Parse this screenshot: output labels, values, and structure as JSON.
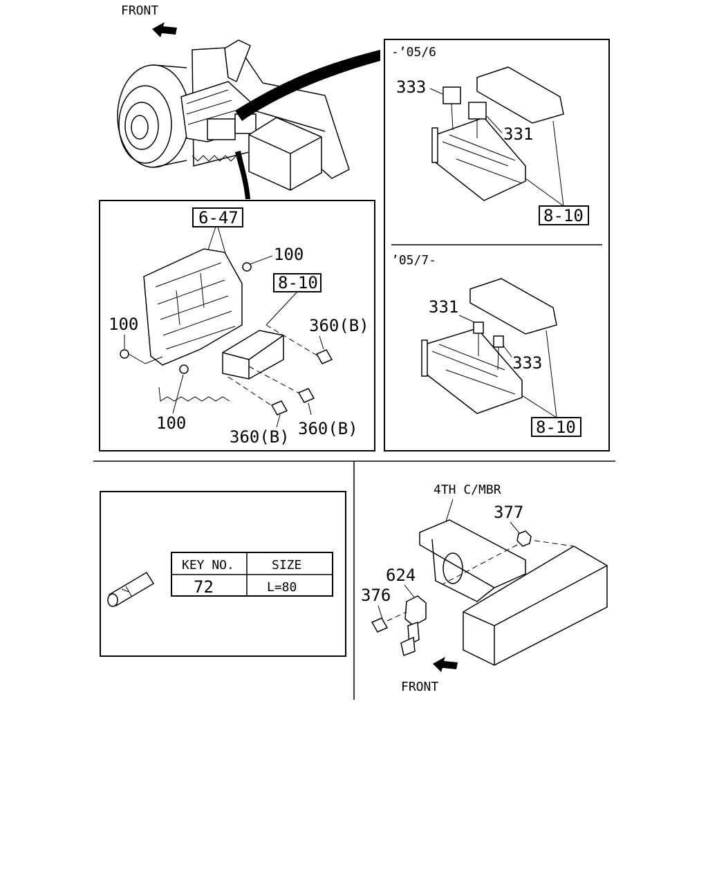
{
  "labels": {
    "front_top": "FRONT",
    "front_bottom": "FRONT",
    "period_early": "-’05/6",
    "period_late": "’05/7-",
    "ref_6_47": "6-47",
    "ref_8_10_a": "8-10",
    "ref_8_10_b": "8-10",
    "ref_8_10_c": "8-10",
    "part_333_a": "333",
    "part_331_a": "331",
    "part_331_b": "331",
    "part_333_b": "333",
    "part_100_a": "100",
    "part_100_b": "100",
    "part_100_c": "100",
    "part_360b_a": "360(B)",
    "part_360b_b": "360(B)",
    "part_360b_c": "360(B)",
    "crossmember": "4TH C/MBR",
    "part_377": "377",
    "part_624": "624",
    "part_376": "376"
  },
  "size_table": {
    "headers": [
      "KEY NO.",
      "SIZE"
    ],
    "rows": [
      [
        "72",
        "L=80"
      ]
    ]
  }
}
